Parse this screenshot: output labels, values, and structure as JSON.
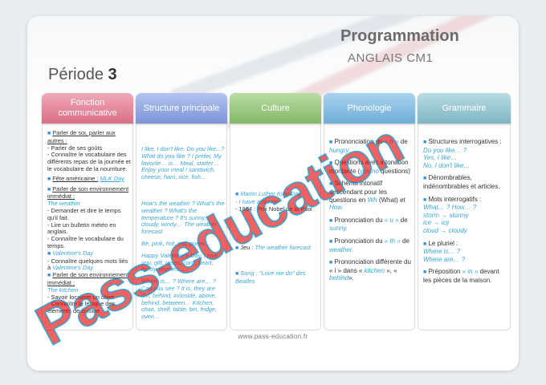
{
  "header": {
    "title": "Programmation",
    "subtitle": "ANGLAIS CM1",
    "periode_label": "Période",
    "periode_number": "3"
  },
  "columns": [
    {
      "label": "Fonction communicative"
    },
    {
      "label": "Structure principale"
    },
    {
      "label": "Culture"
    },
    {
      "label": "Phonologie"
    },
    {
      "label": "Grammaire"
    }
  ],
  "col1": {
    "l1": "Parler de soi, parler aux autres :",
    "l2": "- Parler de ses goûts",
    "l3": "- Connaître le vocabulaire des différents repas de la journée et le vocabulaire de la nourriture.",
    "l4": "Fête américaine :",
    "l4b": "MLK Day",
    "l5": "Parler de son environnement immédiat :",
    "l6": "The weather",
    "l7": "- Demander et dire le temps qu'il fait.",
    "l8": "- Lire un bulletin météo en anglais.",
    "l9": "- Connaître le vocabulaire du temps.",
    "l10": "Valentine's Day",
    "l11a": "- Connaître quelques mots liés à",
    "l11b": "Valentine's Day",
    "l12": "Parler de son environnement immédiat :",
    "l13": "The kitchen",
    "l14": "- Savoir localiser un objet",
    "l15": "- Connaître le lexique des éléments de cuisine."
  },
  "col2": {
    "b1": "I like, I don't like. Do you like...? What do you like ? I prefer, My favorite… is… Meal, starter… Enjoy your meal ! sandwich, cheese, ham, rice, fish…",
    "b2": "How's the weather ? What's the weather ? What's the temperature ? It's sunny, cloudy, windy… The weather forecast",
    "b3": "Be, pink, hot, red, poem…",
    "b4": "Happy Valentine's Day, I love you, gift, roses, card, heart, lovely, rhymes…",
    "b5": "Where is… ? Where are… ? Can you see ? It is, they are On, behind, in/inside, above, behind, between… Kitchen, chair, shelf, table, bin, fridge, oven…"
  },
  "col3": {
    "c1a": "Martin Luther King Day",
    "c1b": "- I have a dream",
    "c1c": "- 1964 : Prix Nobel de la Paix",
    "c2a": "Jeu :",
    "c2b": "The weather forecast",
    "c3a": "Song : \"Love me do\" des",
    "c3b": "Beatles"
  },
  "col4": {
    "p1a": "Prononciation du",
    "p1b": "« h »",
    "p1c": "de",
    "p1d": "hungry",
    "p2a": "Questions avec intonation montante (",
    "p2b": "yes/no",
    "p2c": "questions)",
    "p3a": "Schéma intonatif descendant pour les questions en",
    "p3b": "Wh",
    "p3c": "(What) et",
    "p3d": "How.",
    "p4a": "Prononciation du",
    "p4b": "« u »",
    "p4c": "de",
    "p4d": "sunny.",
    "p5a": "Prononciation du",
    "p5b": "« th »",
    "p5c": "de",
    "p5d": "weather.",
    "p6a": "Prononciation différente du « i » dans «",
    "p6b": "kitchen",
    "p6c": "», «",
    "p6d": "behind",
    "p6e": "»."
  },
  "col5": {
    "g1": "Structures interrogatives :",
    "g1b": "Do you like… ?",
    "g1c": "Yes, I like…",
    "g1d": "No, I don't like…",
    "g2": "Dénombrables, indénombrables et articles.",
    "g3": "Mots interrogatifs :",
    "g3b": "What… ? How… ?",
    "g3c": "storm → stormy",
    "g3d": "ice → icy",
    "g3e": "cloud → cloudy",
    "g4": "Le pluriel :",
    "g4b": "Where is… ?",
    "g4c": "Where are… ?",
    "g5": "Préposition",
    "g5b": "« in »",
    "g5c": "devant les pièces de la maison."
  },
  "footer": {
    "url": "www.pass-education.fr"
  },
  "watermark": {
    "text": "Pass-education"
  },
  "colors": {
    "watermark": "#e60000",
    "watermark_stroke": "#1aa6d6",
    "accent_blue": "#3aa7d8"
  }
}
